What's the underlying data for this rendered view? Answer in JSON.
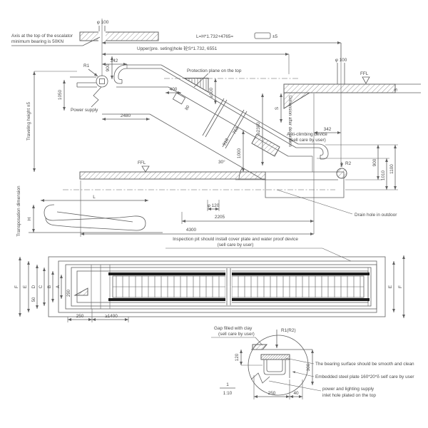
{
  "elevation": {
    "axis_note_1": "Axis at the top of the escalator",
    "axis_note_2": "minimum bearing is 50KN",
    "dim_total_prefix": "L=H*1.732+4765=",
    "dim_total_suffix": "±5",
    "dim_upper_hole": "Upper(pre. seting)hole 砼S*1.732, 6551",
    "phi100_top": "φ 100",
    "phi100_right": "φ 100",
    "ffl_upper": "FFL",
    "ffl_lower": "FFL",
    "dim_342_left": "342",
    "dim_900_left": "900",
    "dim_1050": "1050",
    "dim_2480": "2480",
    "traveling_height": "Traveling height ±5",
    "r1_label": "R1",
    "power_supply": "Power supply",
    "protection_plane": "Protection plane on the top",
    "dim_400": "400",
    "dim_80": "80",
    "dim_ge300": "≥300",
    "dim_ge2300": "≥2300",
    "dim_s_mid": "S",
    "dimension_after_decoration": "Dimension after decoration",
    "dim_s_right": "S",
    "dim_918": "918",
    "dim_763": "763",
    "dim_1000": "1000",
    "angle_30": "30°",
    "anti_climb_1": "Anti-climbing device",
    "anti_climb_2": "(sell care by user)",
    "dim_342_right": "342",
    "r2_label": "R2",
    "dim_900_right": "900",
    "dim_1010": "1010",
    "dim_1100": "1100",
    "phi120": "φ 120",
    "dim_2205": "2205",
    "dim_4300": "4300",
    "drain_note": "Drain hole in outdoor"
  },
  "transport": {
    "label": "Transposation dimension",
    "dim_l": "L",
    "dim_h": "H"
  },
  "plan": {
    "note_1": "Inspection pit should install cover plate and water proof device",
    "note_2": "(sell care by user)",
    "letters": [
      "F",
      "E",
      "D",
      "C",
      "B",
      "A"
    ],
    "right_letters": [
      "E",
      "F"
    ],
    "dim_50": "50",
    "dim_290": "290",
    "dim_250": "250",
    "dim_ge1400": "≥1400"
  },
  "detail": {
    "gap_note_1": "Gap filled with clay",
    "gap_note_2": "(sell care by user)",
    "load_label": "R1(R2)",
    "dim_120": "120",
    "dim_300": "300",
    "bearing_note": "The bearing surface should be smooth and clean",
    "plate_note": "Embedded steel plate 160*20*δ self care by user",
    "power_note_1": "power and lighting supply",
    "power_note_2": "inlet hole plated on the top",
    "dim_250": "250",
    "dim_40": "40",
    "scale_top": "1",
    "scale_bottom": "1:10"
  }
}
